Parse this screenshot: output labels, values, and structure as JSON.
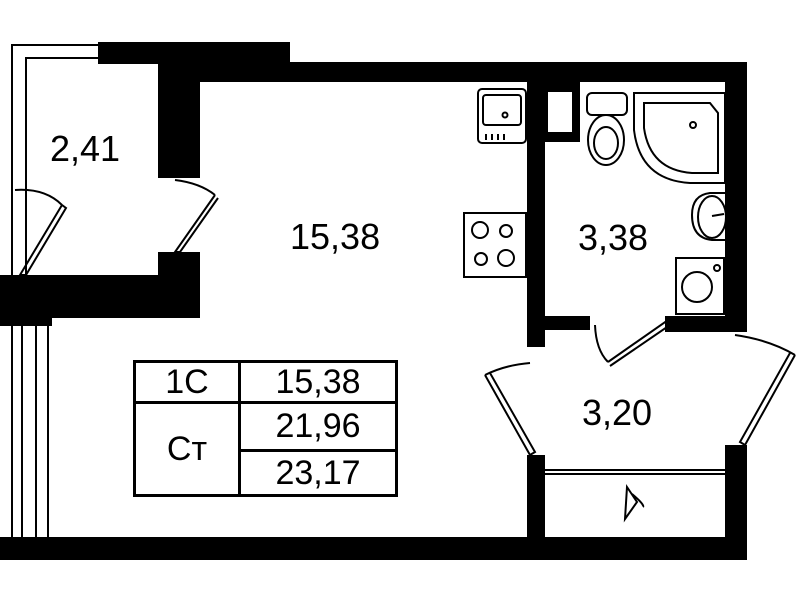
{
  "rooms": {
    "vestibule": "2,41",
    "living": "15,38",
    "bathroom": "3,38",
    "hallway": "3,20"
  },
  "summary_table": {
    "type_label": "1С",
    "type_area": "15,38",
    "class_label": "Ст",
    "living_area": "21,96",
    "total_area": "23,17"
  },
  "colors": {
    "wall": "#000000",
    "background": "#ffffff"
  }
}
